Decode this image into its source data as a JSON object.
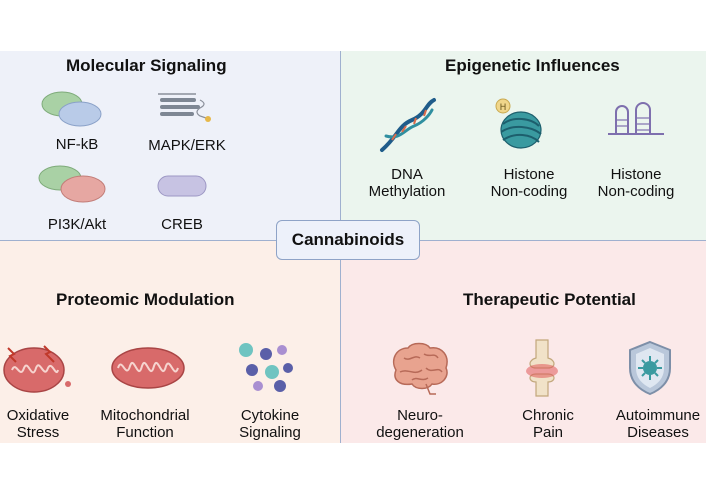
{
  "center": {
    "label": "Cannabinoids"
  },
  "molecular": {
    "title": "Molecular Signaling",
    "items": [
      {
        "label": "NF-kB",
        "icon": "protein-complex-icon"
      },
      {
        "label": "MAPK/ERK",
        "icon": "signaling-cascade-icon"
      },
      {
        "label": "PI3K/Akt",
        "icon": "protein-complex-icon"
      },
      {
        "label": "CREB",
        "icon": "protein-capsule-icon"
      }
    ]
  },
  "epigenetic": {
    "title": "Epigenetic Influences",
    "items": [
      {
        "line1": "DNA",
        "line2": "Methylation",
        "icon": "dna-helix-icon"
      },
      {
        "line1": "Histone",
        "line2": "Non-coding",
        "icon": "nucleosome-icon"
      },
      {
        "line1": "Histone",
        "line2": "Non-coding",
        "icon": "rna-hairpin-icon"
      }
    ]
  },
  "proteomic": {
    "title": "Proteomic Modulation",
    "items": [
      {
        "line1": "Oxidative",
        "line2": "Stress",
        "icon": "damaged-mitochondrion-icon"
      },
      {
        "line1": "Mitochondrial",
        "line2": "Function",
        "icon": "mitochondrion-icon"
      },
      {
        "line1": "Cytokine",
        "line2": "Signaling",
        "icon": "cytokines-icon"
      }
    ]
  },
  "therapeutic": {
    "title": "Therapeutic Potential",
    "items": [
      {
        "line1": "Neuro-",
        "line2": "degeneration",
        "icon": "brain-icon"
      },
      {
        "line1": "Chronic",
        "line2": "Pain",
        "icon": "joint-icon"
      },
      {
        "line1": "Autoimmune",
        "line2": "Diseases",
        "icon": "shield-virus-icon"
      }
    ]
  },
  "colors": {
    "molecular_bg": "#eef1f9",
    "epigenetic_bg": "#ebf5ee",
    "proteomic_bg": "#fcefe8",
    "therapeutic_bg": "#fbe9e9",
    "divider": "#9fb0cf"
  }
}
